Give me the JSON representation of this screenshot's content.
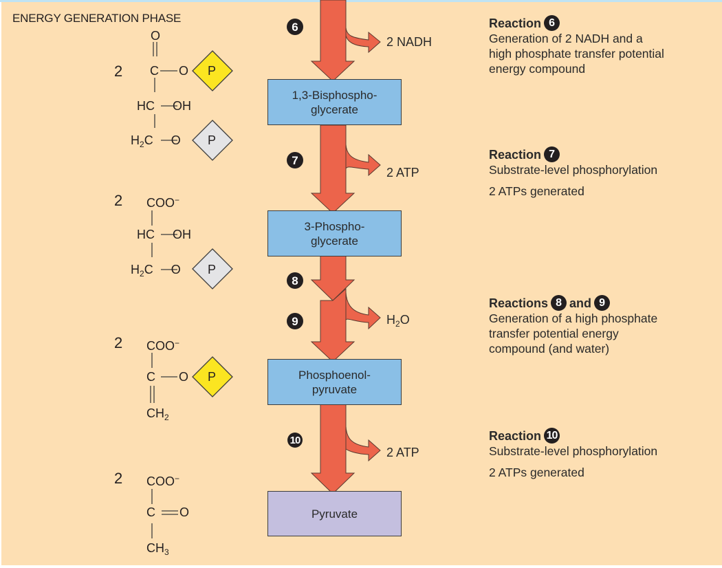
{
  "phase_title": "ENERGY GENERATION PHASE",
  "colors": {
    "background": "#fddfb3",
    "arrow": "#ec644b",
    "intermediate_box": "#8abfe6",
    "final_box": "#c4bfdf",
    "phosphate_high_energy": "#fbe521",
    "phosphate_low_energy": "#e4e4e6"
  },
  "structures": [
    {
      "coefficient": "2",
      "name": "1,3-bisphosphoglycerate",
      "top": "O",
      "double_bond": "||",
      "line1": "C—O",
      "line2": "HC—OH",
      "line3": "H2C—O",
      "phosphates": [
        "P",
        "P"
      ]
    },
    {
      "coefficient": "2",
      "name": "3-phosphoglycerate",
      "line1": "COO−",
      "line2": "HC—OH",
      "line3": "H2C—O",
      "phosphates": [
        "P"
      ]
    },
    {
      "coefficient": "2",
      "name": "phosphoenolpyruvate",
      "line1": "COO−",
      "line2": "C—O",
      "line3": "CH2",
      "phosphates": [
        "P"
      ]
    },
    {
      "coefficient": "2",
      "name": "pyruvate",
      "line1": "COO−",
      "line2": "C═O",
      "line3": "CH3"
    }
  ],
  "steps": [
    {
      "number": "6",
      "product": "2 NADH"
    },
    {
      "number": "7",
      "product": "2 ATP"
    },
    {
      "number": "8"
    },
    {
      "number": "9",
      "product": "H2O"
    },
    {
      "number": "10",
      "product": "2 ATP"
    }
  ],
  "boxes": [
    {
      "line1": "1,3-Bisphospho-",
      "line2": "glycerate"
    },
    {
      "line1": "3-Phospho-",
      "line2": "glycerate"
    },
    {
      "line1": "Phosphoenol-",
      "line2": "pyruvate"
    },
    {
      "line1": "Pyruvate"
    }
  ],
  "reactions": [
    {
      "heading": "Reaction",
      "numbers": [
        "6"
      ],
      "lines": [
        "Generation of 2 NADH and a",
        "high phosphate transfer potential",
        "energy compound"
      ]
    },
    {
      "heading": "Reaction",
      "numbers": [
        "7"
      ],
      "lines": [
        "Substrate-level phosphorylation"
      ],
      "note": "2 ATPs generated"
    },
    {
      "heading": "Reactions",
      "numbers": [
        "8",
        "9"
      ],
      "joiner": "and",
      "lines": [
        "Generation of a high phosphate",
        "transfer potential energy",
        "compound (and water)"
      ]
    },
    {
      "heading": "Reaction",
      "numbers": [
        "10"
      ],
      "lines": [
        "Substrate-level phosphorylation"
      ],
      "note": "2 ATPs generated"
    }
  ]
}
